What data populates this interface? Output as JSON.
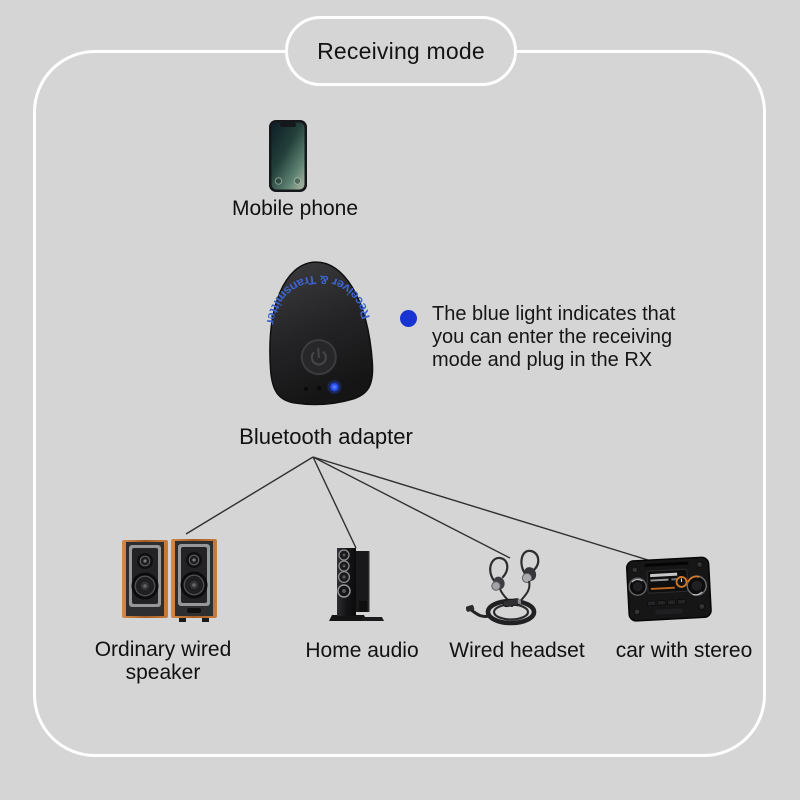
{
  "scene": {
    "background_color": "#d5d5d5",
    "frame_border_color": "#ffffff"
  },
  "header": {
    "title": "Receiving mode"
  },
  "phone": {
    "label": "Mobile phone"
  },
  "adapter": {
    "label": "Bluetooth adapter",
    "printed_text": "Receiver & Transmitter",
    "printed_text_color": "#3c64cf",
    "led_color": "#2b55f0"
  },
  "note": {
    "bullet_color": "#1733d1",
    "lines": [
      "The blue light indicates that",
      "you can enter the receiving",
      "mode and plug in the RX"
    ]
  },
  "devices": {
    "speaker": {
      "label_line1": "Ordinary wired",
      "label_line2": "speaker"
    },
    "home_audio": {
      "label": "Home audio"
    },
    "headset": {
      "label": "Wired headset"
    },
    "car_stereo": {
      "label": "car with stereo"
    }
  }
}
